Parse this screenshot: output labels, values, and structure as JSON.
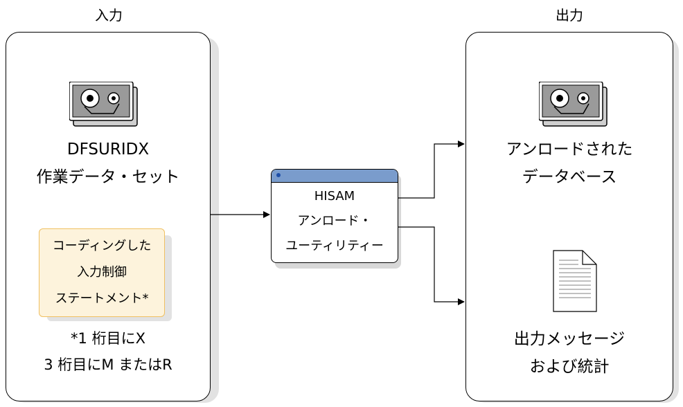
{
  "input": {
    "title": "入力",
    "dataset_name": "DFSURIDX",
    "dataset_desc": "作業データ・セット",
    "note_lines": [
      "コーディングした",
      "入力制御",
      "ステートメント*"
    ],
    "footnote_lines": [
      "*1 桁目にX",
      "3 桁目にM またはR"
    ]
  },
  "utility": {
    "lines": [
      "HISAM",
      "アンロード・",
      "ユーティリティー"
    ]
  },
  "output": {
    "title": "出力",
    "unloaded_db_lines": [
      "アンロードされた",
      "データベース"
    ],
    "messages_lines": [
      "出力メッセージ",
      "および統計"
    ]
  }
}
